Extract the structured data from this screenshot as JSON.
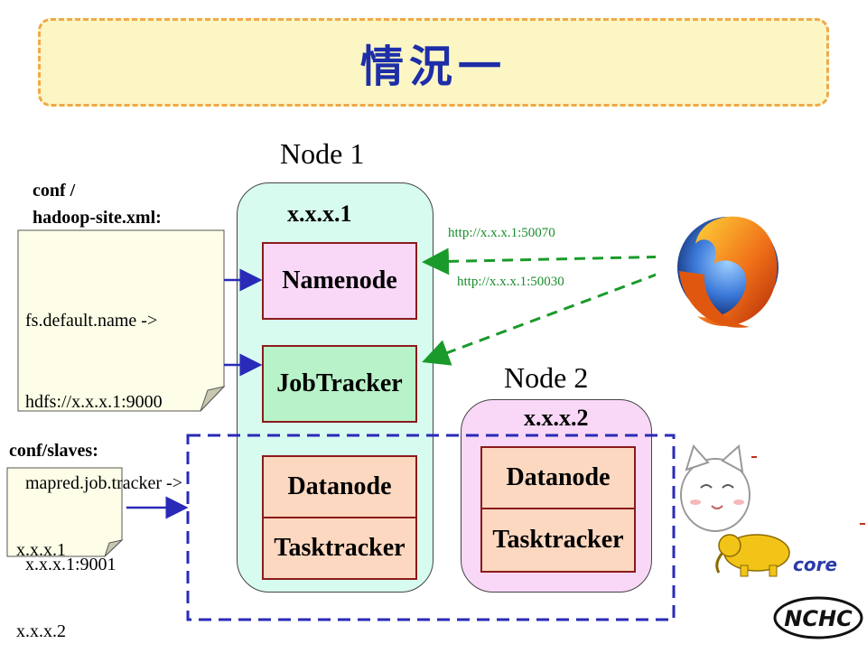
{
  "title": "情況一",
  "node1": {
    "label": "Node 1",
    "ip": "x.x.x.1",
    "services": [
      "Namenode",
      "JobTracker",
      "Datanode",
      "Tasktracker"
    ]
  },
  "node2": {
    "label": "Node 2",
    "ip": "x.x.x.2",
    "services": [
      "Datanode",
      "Tasktracker"
    ]
  },
  "conf_site": {
    "header_line1": "conf /",
    "header_line2": "hadoop-site.xml:",
    "lines": [
      "fs.default.name ->",
      "hdfs://x.x.x.1:9000",
      "mapred.job.tracker ->",
      "x.x.x.1:9001"
    ]
  },
  "conf_slaves": {
    "header": "conf/slaves:",
    "lines": [
      "x.x.x.1",
      "x.x.x.2"
    ]
  },
  "urls": {
    "namenode": "http://x.x.x.1:50070",
    "jobtracker": "http://x.x.x.1:50030"
  },
  "logos": {
    "browser": "firefox-logo",
    "mascot": "cat-mascot",
    "hadoop": "hadoop-core-logo",
    "org": "NCHC"
  },
  "colors": {
    "title": "#1d2ea8",
    "dashed_box": "#2a2ab8",
    "arrows": "#2a2ab8",
    "url_arrows": "#1a9a2a"
  }
}
